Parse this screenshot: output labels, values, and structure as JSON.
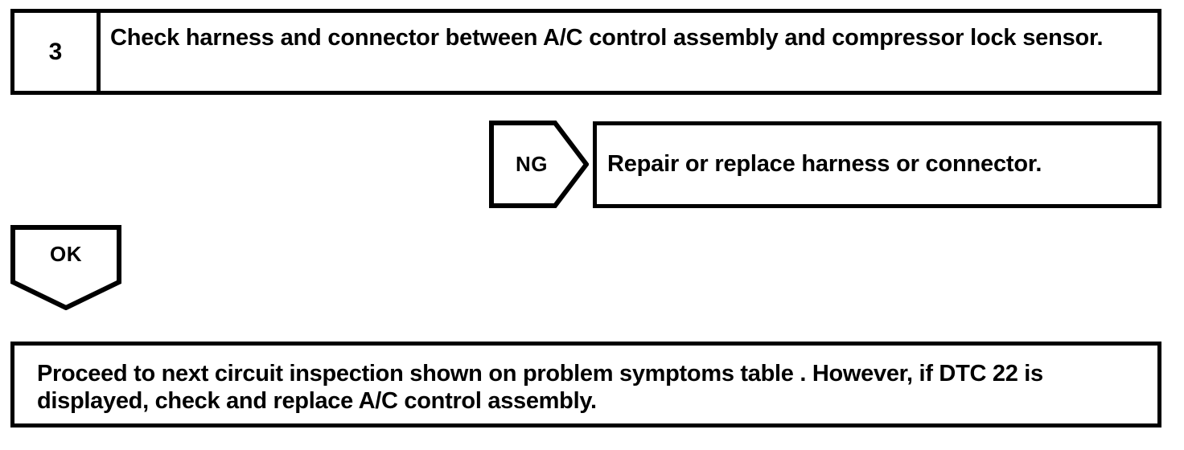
{
  "flowchart": {
    "step": {
      "number": "3",
      "instruction": "Check harness and connector between A/C control assembly and compressor lock sensor."
    },
    "branches": [
      {
        "label": "NG",
        "direction": "right",
        "result": "Repair or replace harness or connector."
      },
      {
        "label": "OK",
        "direction": "down",
        "result": ""
      }
    ],
    "outcome": {
      "line1": "Proceed to next circuit inspection shown on problem symptoms table .  However, if DTC 22 is",
      "line2": "displayed, check and replace A/C control assembly.",
      "full": "Proceed to next circuit inspection shown on problem symptoms table .  However, if DTC 22 is displayed, check and replace A/C control assembly."
    }
  },
  "style": {
    "line_color": "#000000",
    "fill_color": "#ffffff",
    "text_color": "#000000"
  }
}
